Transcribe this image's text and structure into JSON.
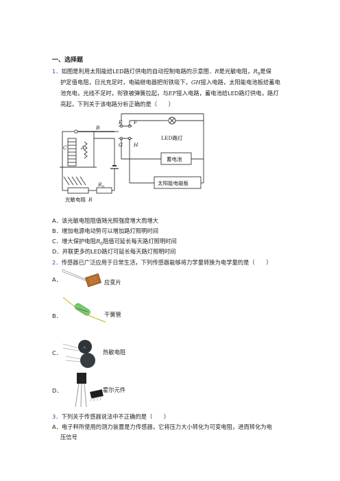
{
  "section_title": "一、选择题",
  "q1": {
    "num": "1．",
    "line1_a": "如图是利用太阳能给LED路灯供电的自动控制电路的示意图．",
    "line1_R": "R",
    "line1_b": "是光敏电阻，",
    "line1_R0": "R",
    "line1_R0_sub": "0",
    "line1_c": "是保",
    "line2_a": "护定值电阻，日光充足时，电磁继电器把衔铁吸下，",
    "line2_GH": "GH",
    "line2_b": "接入电路，太阳能电池板给蓄电",
    "line3_a": "池充电，光线不足时，衔铁被弹簧拉起，与",
    "line3_EF": "EF",
    "line3_b": "接入电路，蓄电池给LED路灯供电，路灯",
    "line4": "亮起，下列关于该电路分析正确的是（　　）",
    "options": [
      {
        "key": "A．",
        "text": "该光敏电阻阻值随光照强度增大而增大"
      },
      {
        "key": "B．",
        "text": "增加电源电动势可以增加路灯照明时间"
      },
      {
        "key": "C．",
        "text_a": "增大保护电阻",
        "sym": "R",
        "sub": "0",
        "text_b": "阻值可延长每天路灯照明时间"
      },
      {
        "key": "D．",
        "text": "并联更多的LED路灯可延长每天路灯照明时间"
      }
    ],
    "diagram": {
      "labels": {
        "B": "B",
        "C": "C",
        "A": "A",
        "E": "E",
        "F": "F",
        "G": "G",
        "H": "H",
        "led": "LED路灯",
        "battery": "蓄电池",
        "panel": "太阳能电磁板",
        "r0": "R",
        "r0_sub": "0",
        "photo": "光敏电阻",
        "photo_R": "R"
      }
    }
  },
  "q2": {
    "num": "2．",
    "text": "传感器已广泛应用于日常生活，下列传感器能够将力学量转换为电学量的是（　　）",
    "options": [
      {
        "key": "A．",
        "label": "应变片"
      },
      {
        "key": "B．",
        "label": "干簧管"
      },
      {
        "key": "C．",
        "label": "热敏电阻"
      },
      {
        "key": "D．",
        "label": "霍尔元件"
      }
    ]
  },
  "q3": {
    "num": "3．",
    "text": "下列关于传感器说法中不正确的是（　　）",
    "optA_key": "A．",
    "optA_line1": "电子秤所使用的测力装置是力传感器，它将压力大小转化为可变电阻，进而转化为电",
    "optA_line2": "压信号"
  }
}
